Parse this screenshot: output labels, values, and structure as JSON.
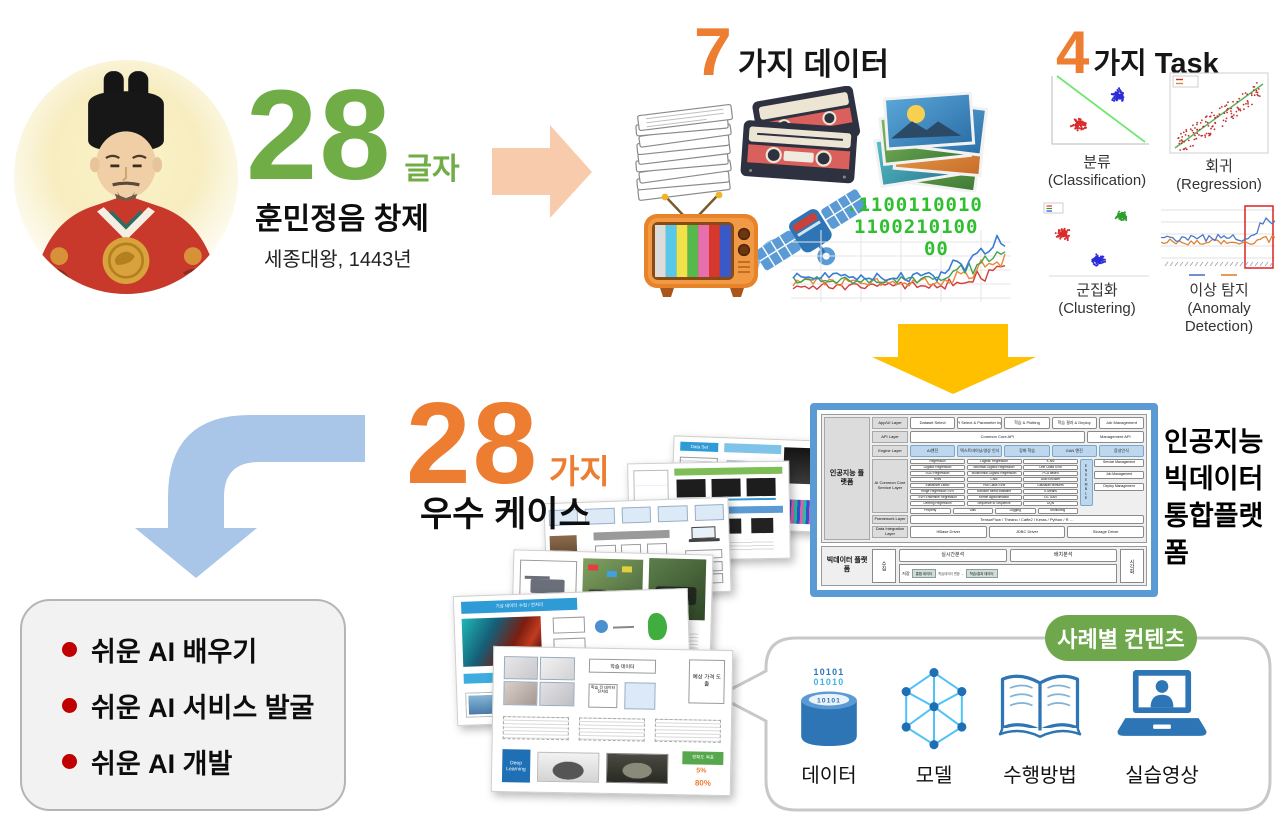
{
  "hero": {
    "number": "28",
    "unit": "글자",
    "title": "훈민정음 창제",
    "subtitle": "세종대왕, 1443년"
  },
  "data7": {
    "number": "7",
    "label": "가지 데이터",
    "binary_lines": [
      ".1100110010",
      "1100210100",
      "00"
    ]
  },
  "task4": {
    "number": "4",
    "label": "가지 Task",
    "items": [
      {
        "ko": "분류",
        "en": "(Classification)"
      },
      {
        "ko": "회귀",
        "en": "(Regression)"
      },
      {
        "ko": "군집화",
        "en": "(Clustering)"
      },
      {
        "ko": "이상 탐지",
        "en": "(Anomaly Detection)"
      }
    ]
  },
  "cases": {
    "number": "28",
    "unit": "가지",
    "label": "우수 케이스"
  },
  "platform": {
    "title_lines": [
      "인공지능",
      "빅데이터",
      "통합플랫폼"
    ],
    "ai_label": "인공지능 플랫폼",
    "bigdata_label": "빅데이터 플랫폼",
    "layers": {
      "appui": {
        "name": "App/UI Layer",
        "items": [
          "Dataset Select",
          "API Select & Parameter Input",
          "학습 & Plotting",
          "학습 결과 & Deploy",
          "Job Management"
        ]
      },
      "api": {
        "name": "API Layer",
        "common": "Common Core API",
        "mgmt": "Management API"
      },
      "engine": {
        "name": "Engine Layer",
        "items": [
          "AI엔진",
          "텍스트마이닝/영상 인식",
          "강화 학습",
          "GAN 엔진",
          "음성인식"
        ]
      },
      "service": {
        "name": "AI Common Core Service Layer",
        "col1": [
          "Regression",
          "Logistic Regression",
          "SGD Regression",
          "RNN",
          "ElasticNet Lasso",
          "Ridge Regression SVR",
          "SVR Ensemble Regression",
          "Deming Regression"
        ],
        "col2": [
          "Logistic Regression",
          "Binomial Logistic Regression",
          "Multinomial Logistic Regression",
          "CNN",
          "Two Class SVM",
          "Random forest classifier",
          "Kernel approximation",
          "Sequence to Sequence"
        ],
        "col3": [
          "K-NN",
          "One Class SVM",
          "PCA based",
          "Auto Encoder",
          "Gaussian Mixtures",
          "K-Means",
          "DC GAN",
          "DQN"
        ],
        "ensemble": "ENSEMBLE",
        "mgmt": [
          "Service Management",
          "Job Management",
          "Deploy Management"
        ],
        "utils": [
          "Property",
          "Utils",
          "Logging",
          "Monitoring"
        ]
      },
      "framework": {
        "name": "Framework Layer",
        "items": [
          "TensorFlow / Theano / Caffe2 / Keras / Python / R …"
        ]
      },
      "dataint": {
        "name": "Data Integration Layer",
        "items": [
          "HBase Driver",
          "JDBC Driver",
          "Storage Driver"
        ]
      }
    },
    "bigdata": {
      "collect": "수집",
      "realtime": "실시간분석",
      "batch": "배치분석",
      "store": "저장",
      "store_box1": "통합 데이터",
      "transform": "학습데이터 변환 →",
      "store_box2": "학습/결과 데이터",
      "viz": "시각화"
    }
  },
  "slides": {
    "s1_header": "Data Set",
    "s5_header": "기상 데이터 수집 / 전처리",
    "front": {
      "train": "학습 데이터",
      "pre": "학습 전 데이터 전처리",
      "price": "예상 가격 도출",
      "deep": "Deep Learning",
      "acc": "정확도 목표",
      "pct1": "5%",
      "pct2": "80%"
    }
  },
  "benefits": {
    "items": [
      "쉬운 AI 배우기",
      "쉬운 AI 서비스 발굴",
      "쉬운 AI 개발"
    ]
  },
  "contents": {
    "badge": "사례별 컨텐츠",
    "items": [
      {
        "label": "데이터",
        "icon": "database-icon"
      },
      {
        "label": "모델",
        "icon": "network-icon"
      },
      {
        "label": "수행방법",
        "icon": "book-icon"
      },
      {
        "label": "실습영상",
        "icon": "laptop-icon"
      }
    ]
  },
  "colors": {
    "orange": "#ED7D31",
    "green": "#70AD47",
    "yellow_arrow": "#FFC000",
    "peach_arrow": "#F8CBAD",
    "blue_arrow": "#A9C5E8",
    "platform_blue": "#5B9BD5",
    "icon_blue": "#2E75B6",
    "badge_green": "#6FA84C",
    "bullet_red": "#C00000"
  }
}
